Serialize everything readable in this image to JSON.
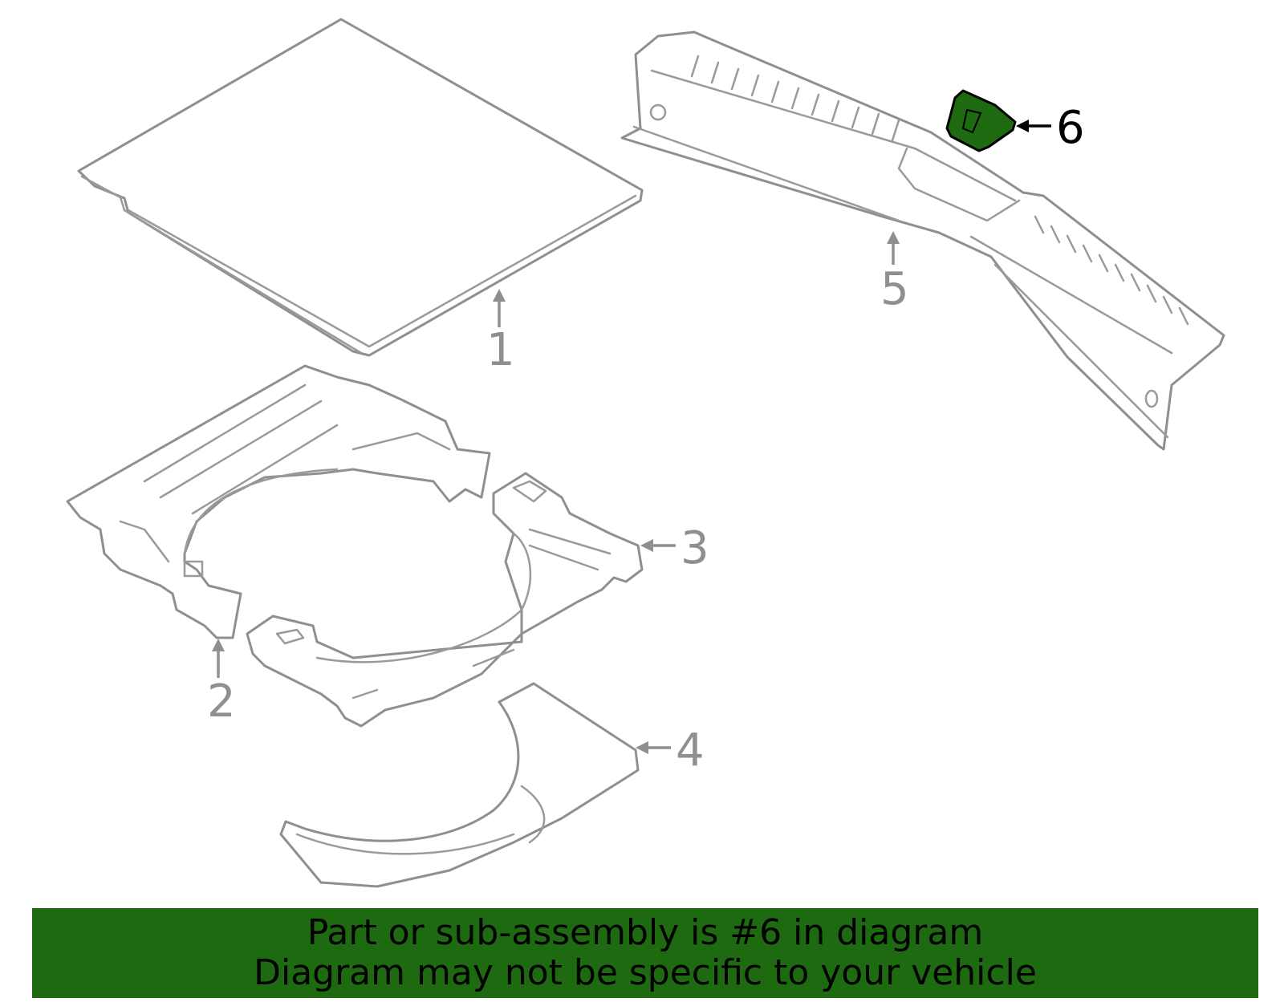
{
  "callouts": {
    "c1": "1",
    "c2": "2",
    "c3": "3",
    "c4": "4",
    "c5": "5",
    "c6": "6"
  },
  "highlighted_part": "6",
  "colors": {
    "highlight": "#1e6a10",
    "line": "#8f8f8f",
    "banner": "#1e6a10"
  },
  "banner": {
    "line1": "Part or sub-assembly is #6 in diagram",
    "line2": "Diagram may not be specific to your vehicle"
  }
}
